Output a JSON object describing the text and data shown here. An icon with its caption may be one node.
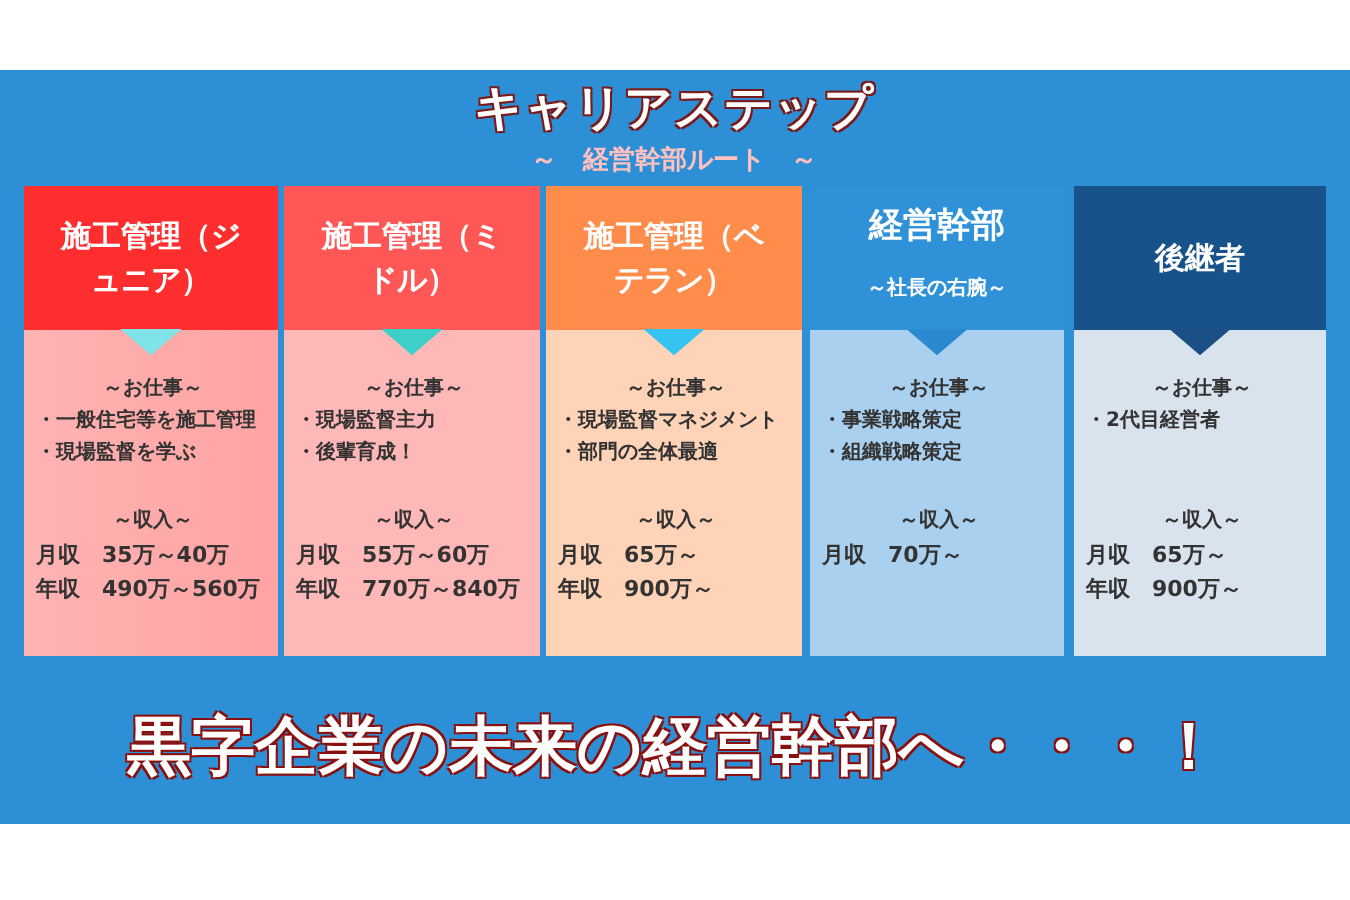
{
  "diagram": {
    "title": "キャリアステップ",
    "nodes": [
      {
        "text": [
          "施工管理（ジュニア）"
        ]
      },
      {
        "text": [
          "～お仕事～",
          "・一般住宅等を施工管理",
          "・現場監督を学ぶ",
          "～収入～",
          "月収　35万～40万",
          "年収　490万～560万"
        ]
      },
      {
        "text": [
          "施工管理（ミドル）"
        ]
      },
      {
        "text": [
          "～お仕事～",
          "・現場監督主力",
          "・後輩育成！",
          "～収入～",
          "月収　55万～60万",
          "年収　770万～840万"
        ]
      },
      {
        "text": [
          "施工管理（ベテラン）"
        ]
      },
      {
        "text": [
          "～お仕事～",
          "・現場監督マネジメント",
          "・部門の全体最適",
          "～収入～",
          "月収　65万～",
          "年収　900万～"
        ]
      },
      {
        "text": [
          "経営幹部",
          "～社長の右腕～"
        ]
      },
      {
        "text": [
          "～お仕事～",
          "・事業戦略策定",
          "・組織戦略策定",
          "～収入～",
          "月収　70万～"
        ]
      },
      {
        "text": [
          "後継者"
        ]
      },
      {
        "text": [
          "～お仕事～",
          "・2代目経営者",
          "～収入～",
          "月収　65万～",
          "年収　900万～"
        ]
      }
    ],
    "edges": [
      {
        "from": 0,
        "to": 1,
        "arrow": "to",
        "color": "#7fe3e8"
      },
      {
        "from": 2,
        "to": 3,
        "arrow": "to",
        "color": "#3cd0c8"
      },
      {
        "from": 4,
        "to": 5,
        "arrow": "to",
        "color": "#35c3ef"
      },
      {
        "from": 6,
        "to": 7,
        "arrow": "to",
        "color": "#2a8ad0"
      },
      {
        "from": 8,
        "to": 9,
        "arrow": "to",
        "color": "#1b4f85"
      }
    ],
    "labels": [
      "～　経営幹部ルート　～",
      "黒字企業の未来の経営幹部へ・・・！"
    ]
  }
}
